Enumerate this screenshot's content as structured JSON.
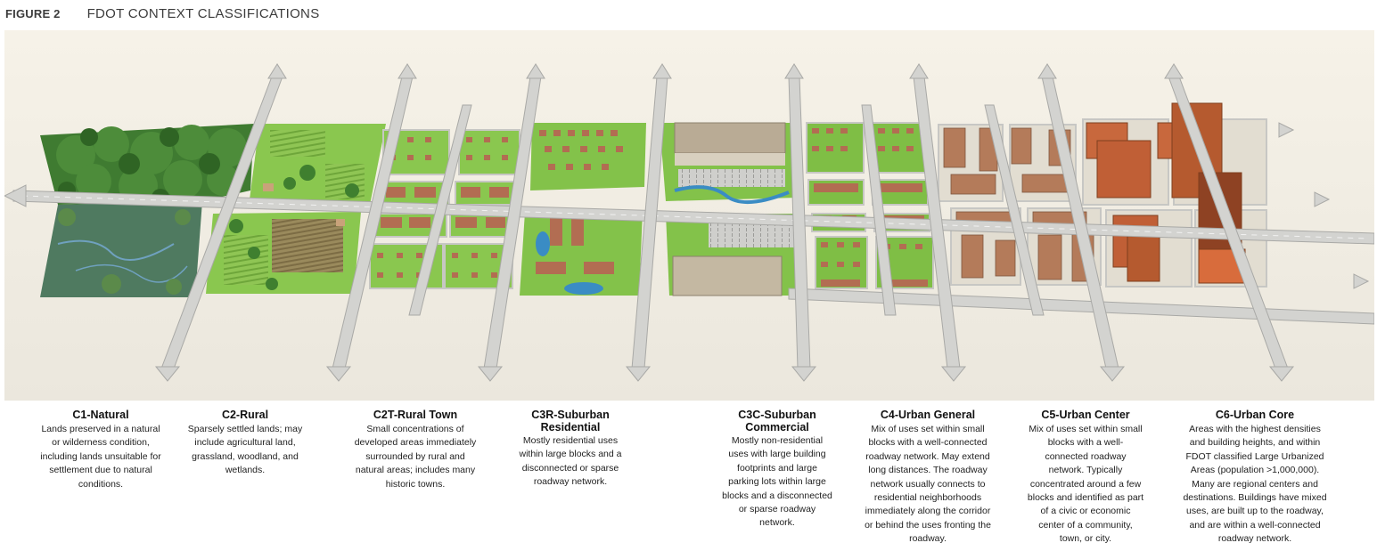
{
  "figure": {
    "number": "FIGURE 2",
    "title": "FDOT CONTEXT CLASSIFICATIONS"
  },
  "colors": {
    "sky": "#f3efe6",
    "ground": "#e8e5dc",
    "road": "#d2d2cf",
    "road_edge": "#a9a9a6",
    "lawn": "#83c24a",
    "lawn_dark": "#5ca334",
    "forest": "#3f7f33",
    "wetland": "#3d6b55",
    "water": "#3a8cc4",
    "house_roof": "#b06b52",
    "commercial_roof": "#b9ab95",
    "urban_building": "#c8683d",
    "tower": "#b55a2f"
  },
  "zones": [
    {
      "code": "C1-Natural",
      "description": "Lands preserved in a natural or wilderness condition, including lands unsuitable for settlement due to natural conditions."
    },
    {
      "code": "C2-Rural",
      "description": "Sparsely settled lands; may include agricultural land, grassland, woodland, and wetlands."
    },
    {
      "code": "C2T-Rural Town",
      "description": "Small concentrations of developed areas immediately surrounded by rural and natural areas; includes many historic towns."
    },
    {
      "code": "C3R-Suburban Residential",
      "description": "Mostly residential uses within large blocks and a disconnected or sparse roadway network."
    },
    {
      "code": "C3C-Suburban Commercial",
      "description": "Mostly non-residential uses with large building footprints and large parking lots within large blocks and a disconnected or sparse roadway network."
    },
    {
      "code": "C4-Urban General",
      "description": "Mix of uses set within small blocks with a well-connected roadway network. May extend long distances.  The roadway network usually connects to residential neighborhoods immediately along the corridor or behind the uses fronting the roadway."
    },
    {
      "code": "C5-Urban Center",
      "description": "Mix of uses set within small blocks with a well-connected roadway network.  Typically concentrated around a few blocks and identified as part of a civic or economic center of a community, town, or city."
    },
    {
      "code": "C6-Urban Core",
      "description": "Areas with the highest densities and building heights, and within FDOT classified Large Urbanized Areas (population >1,000,000). Many are regional centers and destinations.  Buildings have mixed uses, are built up to the roadway, and are within a well-connected roadway network."
    }
  ]
}
